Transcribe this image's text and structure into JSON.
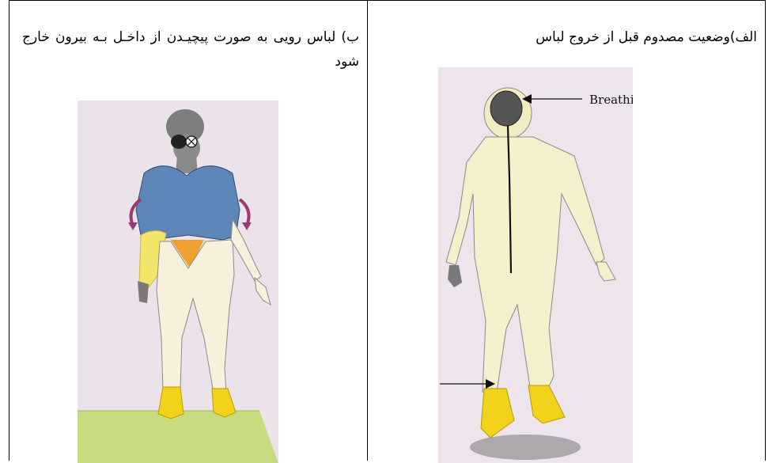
{
  "captions": {
    "right": "الف)وضعیت مصدوم قبل از خروج لباس",
    "left": "ب) لباس رویی به صورت پیچیـدن از داخـل بـه بیرون خارج شود"
  },
  "annotations": {
    "mask_label": "Breathing mask"
  },
  "colors": {
    "suit_yellow": "#f2e9a8",
    "outer_blue": "#5f86b8",
    "boots": "#f2d21a",
    "floor_green": "#c7dc7e",
    "panel_bg": "#ede4ec",
    "arrow_purple": "#9a3a73"
  }
}
